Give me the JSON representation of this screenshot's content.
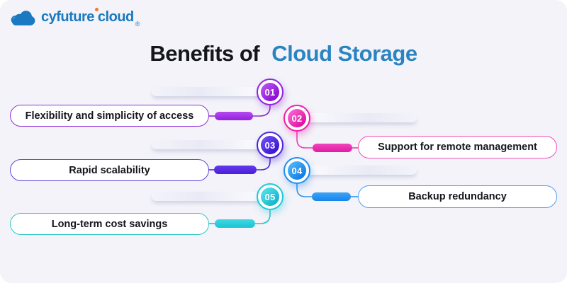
{
  "logo": {
    "brand_first": "cyfuture",
    "brand_second": "cloud",
    "registered_mark": "®"
  },
  "title": {
    "prefix": "Benefits of",
    "highlight": "Cloud Storage"
  },
  "items": [
    {
      "number": "01",
      "label": "Flexibility and simplicity of access",
      "side": "left",
      "color": "#9124dd"
    },
    {
      "number": "02",
      "label": "Support for remote management",
      "side": "right",
      "color": "#ee1fa8"
    },
    {
      "number": "03",
      "label": "Rapid scalability",
      "side": "left",
      "color": "#4b26da"
    },
    {
      "number": "04",
      "label": "Backup redundancy",
      "side": "right",
      "color": "#1e8df2"
    },
    {
      "number": "05",
      "label": "Long-term cost savings",
      "side": "left",
      "color": "#21c7d6"
    }
  ],
  "colors": {
    "background": "#f3f3f9",
    "title_text": "#15161c",
    "title_highlight": "#2a84c2",
    "logo_blue": "#1a79c0",
    "logo_accent_dot": "#f07b2a",
    "pill_text": "#15161c"
  }
}
